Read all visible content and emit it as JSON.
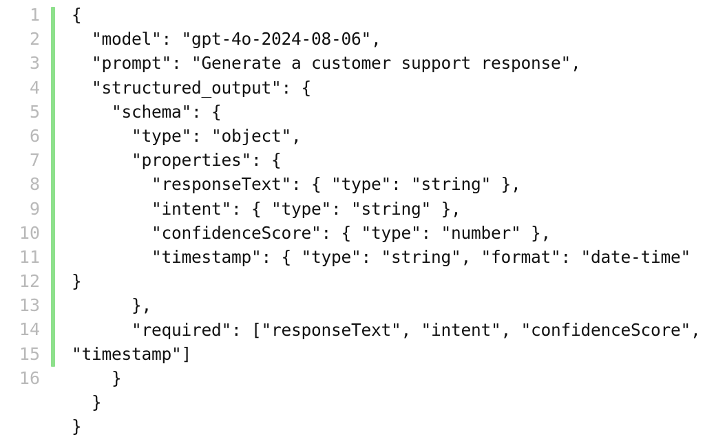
{
  "code_block": {
    "language": "json",
    "accent_color": "#8ee08c",
    "line_number_color": "#b9b9b9",
    "text_color": "#111111",
    "background_color": "#ffffff",
    "line_numbers": [
      "1",
      "2",
      "3",
      "4",
      "5",
      "6",
      "7",
      "8",
      "9",
      "10",
      "11",
      "12",
      "13",
      "14",
      "15",
      "16"
    ],
    "lines": [
      "{",
      "  \"model\": \"gpt-4o-2024-08-06\",",
      "  \"prompt\": \"Generate a customer support response\",",
      "  \"structured_output\": {",
      "    \"schema\": {",
      "      \"type\": \"object\",",
      "      \"properties\": {",
      "        \"responseText\": { \"type\": \"string\" },",
      "        \"intent\": { \"type\": \"string\" },",
      "        \"confidenceScore\": { \"type\": \"number\" },",
      "        \"timestamp\": { \"type\": \"string\", \"format\": \"date-time\" }",
      "      },",
      "      \"required\": [\"responseText\", \"intent\", \"confidenceScore\", \"timestamp\"]",
      "    }",
      "  }",
      "}"
    ],
    "content": "{\n  \"model\": \"gpt-4o-2024-08-06\",\n  \"prompt\": \"Generate a customer support response\",\n  \"structured_output\": {\n    \"schema\": {\n      \"type\": \"object\",\n      \"properties\": {\n        \"responseText\": { \"type\": \"string\" },\n        \"intent\": { \"type\": \"string\" },\n        \"confidenceScore\": { \"type\": \"number\" },\n        \"timestamp\": { \"type\": \"string\", \"format\": \"date-time\" }\n      },\n      \"required\": [\"responseText\", \"intent\", \"confidenceScore\", \"timestamp\"]\n    }\n  }\n}",
    "json_values": {
      "model": "gpt-4o-2024-08-06",
      "prompt": "Generate a customer support response",
      "schema_type": "object",
      "properties": [
        {
          "name": "responseText",
          "type": "string"
        },
        {
          "name": "intent",
          "type": "string"
        },
        {
          "name": "confidenceScore",
          "type": "number"
        },
        {
          "name": "timestamp",
          "type": "string",
          "format": "date-time"
        }
      ],
      "required": [
        "responseText",
        "intent",
        "confidenceScore",
        "timestamp"
      ]
    }
  }
}
